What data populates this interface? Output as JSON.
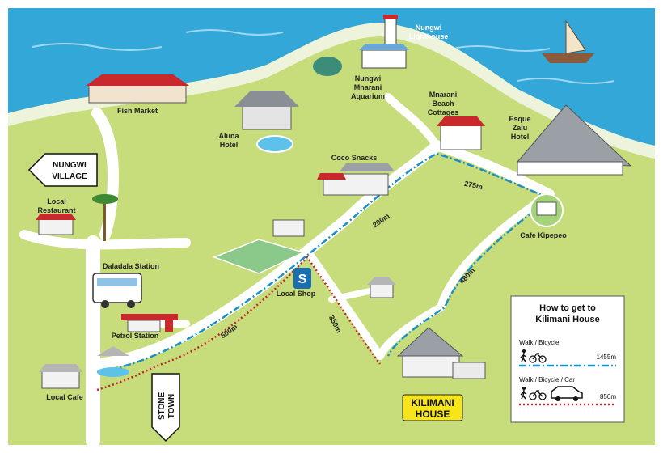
{
  "labels": {
    "fish_market": "Fish Market",
    "nungwi_lighthouse_1": "Nungwi",
    "nungwi_lighthouse_2": "Lighthouse",
    "aquarium_1": "Nungwi",
    "aquarium_2": "Mnarani",
    "aquarium_3": "Aquarium",
    "mnarani_1": "Mnarani",
    "mnarani_2": "Beach",
    "mnarani_3": "Cottages",
    "esque_1": "Esque",
    "esque_2": "Zalu",
    "esque_3": "Hotel",
    "aluna_1": "Aluna",
    "aluna_2": "Hotel",
    "coco_snacks": "Coco Snacks",
    "local_restaurant_1": "Local",
    "local_restaurant_2": "Restaurant",
    "daladala_station": "Daladala Station",
    "local_shop": "Local Shop",
    "cafe_kipepeo": "Cafe Kipepeo",
    "petrol_station": "Petrol Station",
    "local_cafe": "Local Cafe",
    "kilimani_1": "KILIMANI",
    "kilimani_2": "HOUSE"
  },
  "signs": {
    "nungwi_village_1": "NUNGWI",
    "nungwi_village_2": "VILLAGE",
    "stone_town_1": "STONE",
    "stone_town_2": "TOWN"
  },
  "distances": {
    "d275": "275m",
    "d200": "200m",
    "d480": "480m",
    "d500": "500m",
    "d350": "350m"
  },
  "legend": {
    "title_1": "How to get to",
    "title_2": "Kilimani House",
    "walk_bicycle": "Walk / Bicycle",
    "walk_bicycle_dist": "1455m",
    "walk_bicycle_car": "Walk / Bicycle / Car",
    "walk_bicycle_car_dist": "850m"
  },
  "shop_letter": "S",
  "colors": {
    "sea": "#33a7d8",
    "land": "#c7dc7a",
    "road": "#ffffff",
    "walk_route": "#1a8fc8",
    "car_route": "#c0282d",
    "roof_red": "#c9282c",
    "kilimani_badge": "#f6e51a"
  },
  "icons": {
    "walk": "walk-icon",
    "bicycle": "bicycle-icon",
    "car": "car-icon",
    "shop": "shop-icon"
  }
}
